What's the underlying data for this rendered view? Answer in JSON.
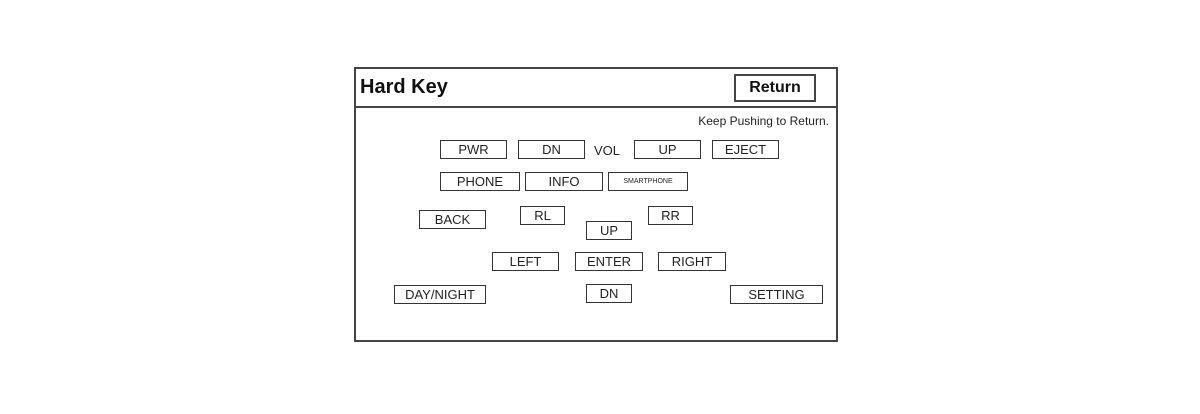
{
  "screen": {
    "title": "Hard Key",
    "return_label": "Return",
    "hint": "Keep Pushing to Return."
  },
  "keys": {
    "pwr": "PWR",
    "vol_dn": "DN",
    "vol_label": "VOL",
    "vol_up": "UP",
    "eject": "EJECT",
    "phone": "PHONE",
    "info": "INFO",
    "smartphone": "SMARTPHONE",
    "back": "BACK",
    "rl": "RL",
    "up": "UP",
    "rr": "RR",
    "left": "LEFT",
    "enter": "ENTER",
    "right": "RIGHT",
    "day_night": "DAY/NIGHT",
    "dn": "DN",
    "setting": "SETTING"
  }
}
